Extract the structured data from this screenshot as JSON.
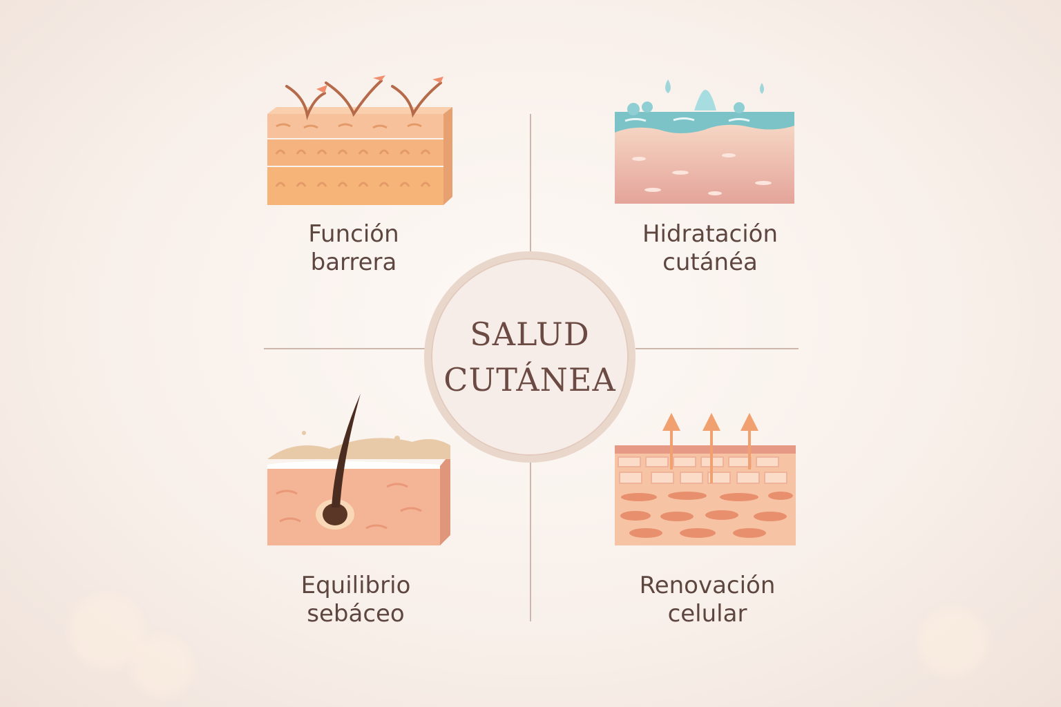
{
  "center": {
    "line1": "SALUD",
    "line2": "CUTÁNEA"
  },
  "quadrants": [
    {
      "line1": "Función",
      "line2": "barrera",
      "icon": "skin-barrier-layers-icon"
    },
    {
      "line1": "Hidratación",
      "line2": "cutánéa",
      "icon": "skin-hydration-icon"
    },
    {
      "line1": "Equilibrio",
      "line2": "sebáceo",
      "icon": "hair-follicle-sebum-icon"
    },
    {
      "line1": "Renovación",
      "line2": "celular",
      "icon": "cell-renewal-icon"
    }
  ],
  "colors": {
    "text": "#5e4640",
    "divider": "#cdb6ab",
    "skin": "#f3b996",
    "water": "#7cc3c8",
    "arrow": "#f08f6e"
  }
}
